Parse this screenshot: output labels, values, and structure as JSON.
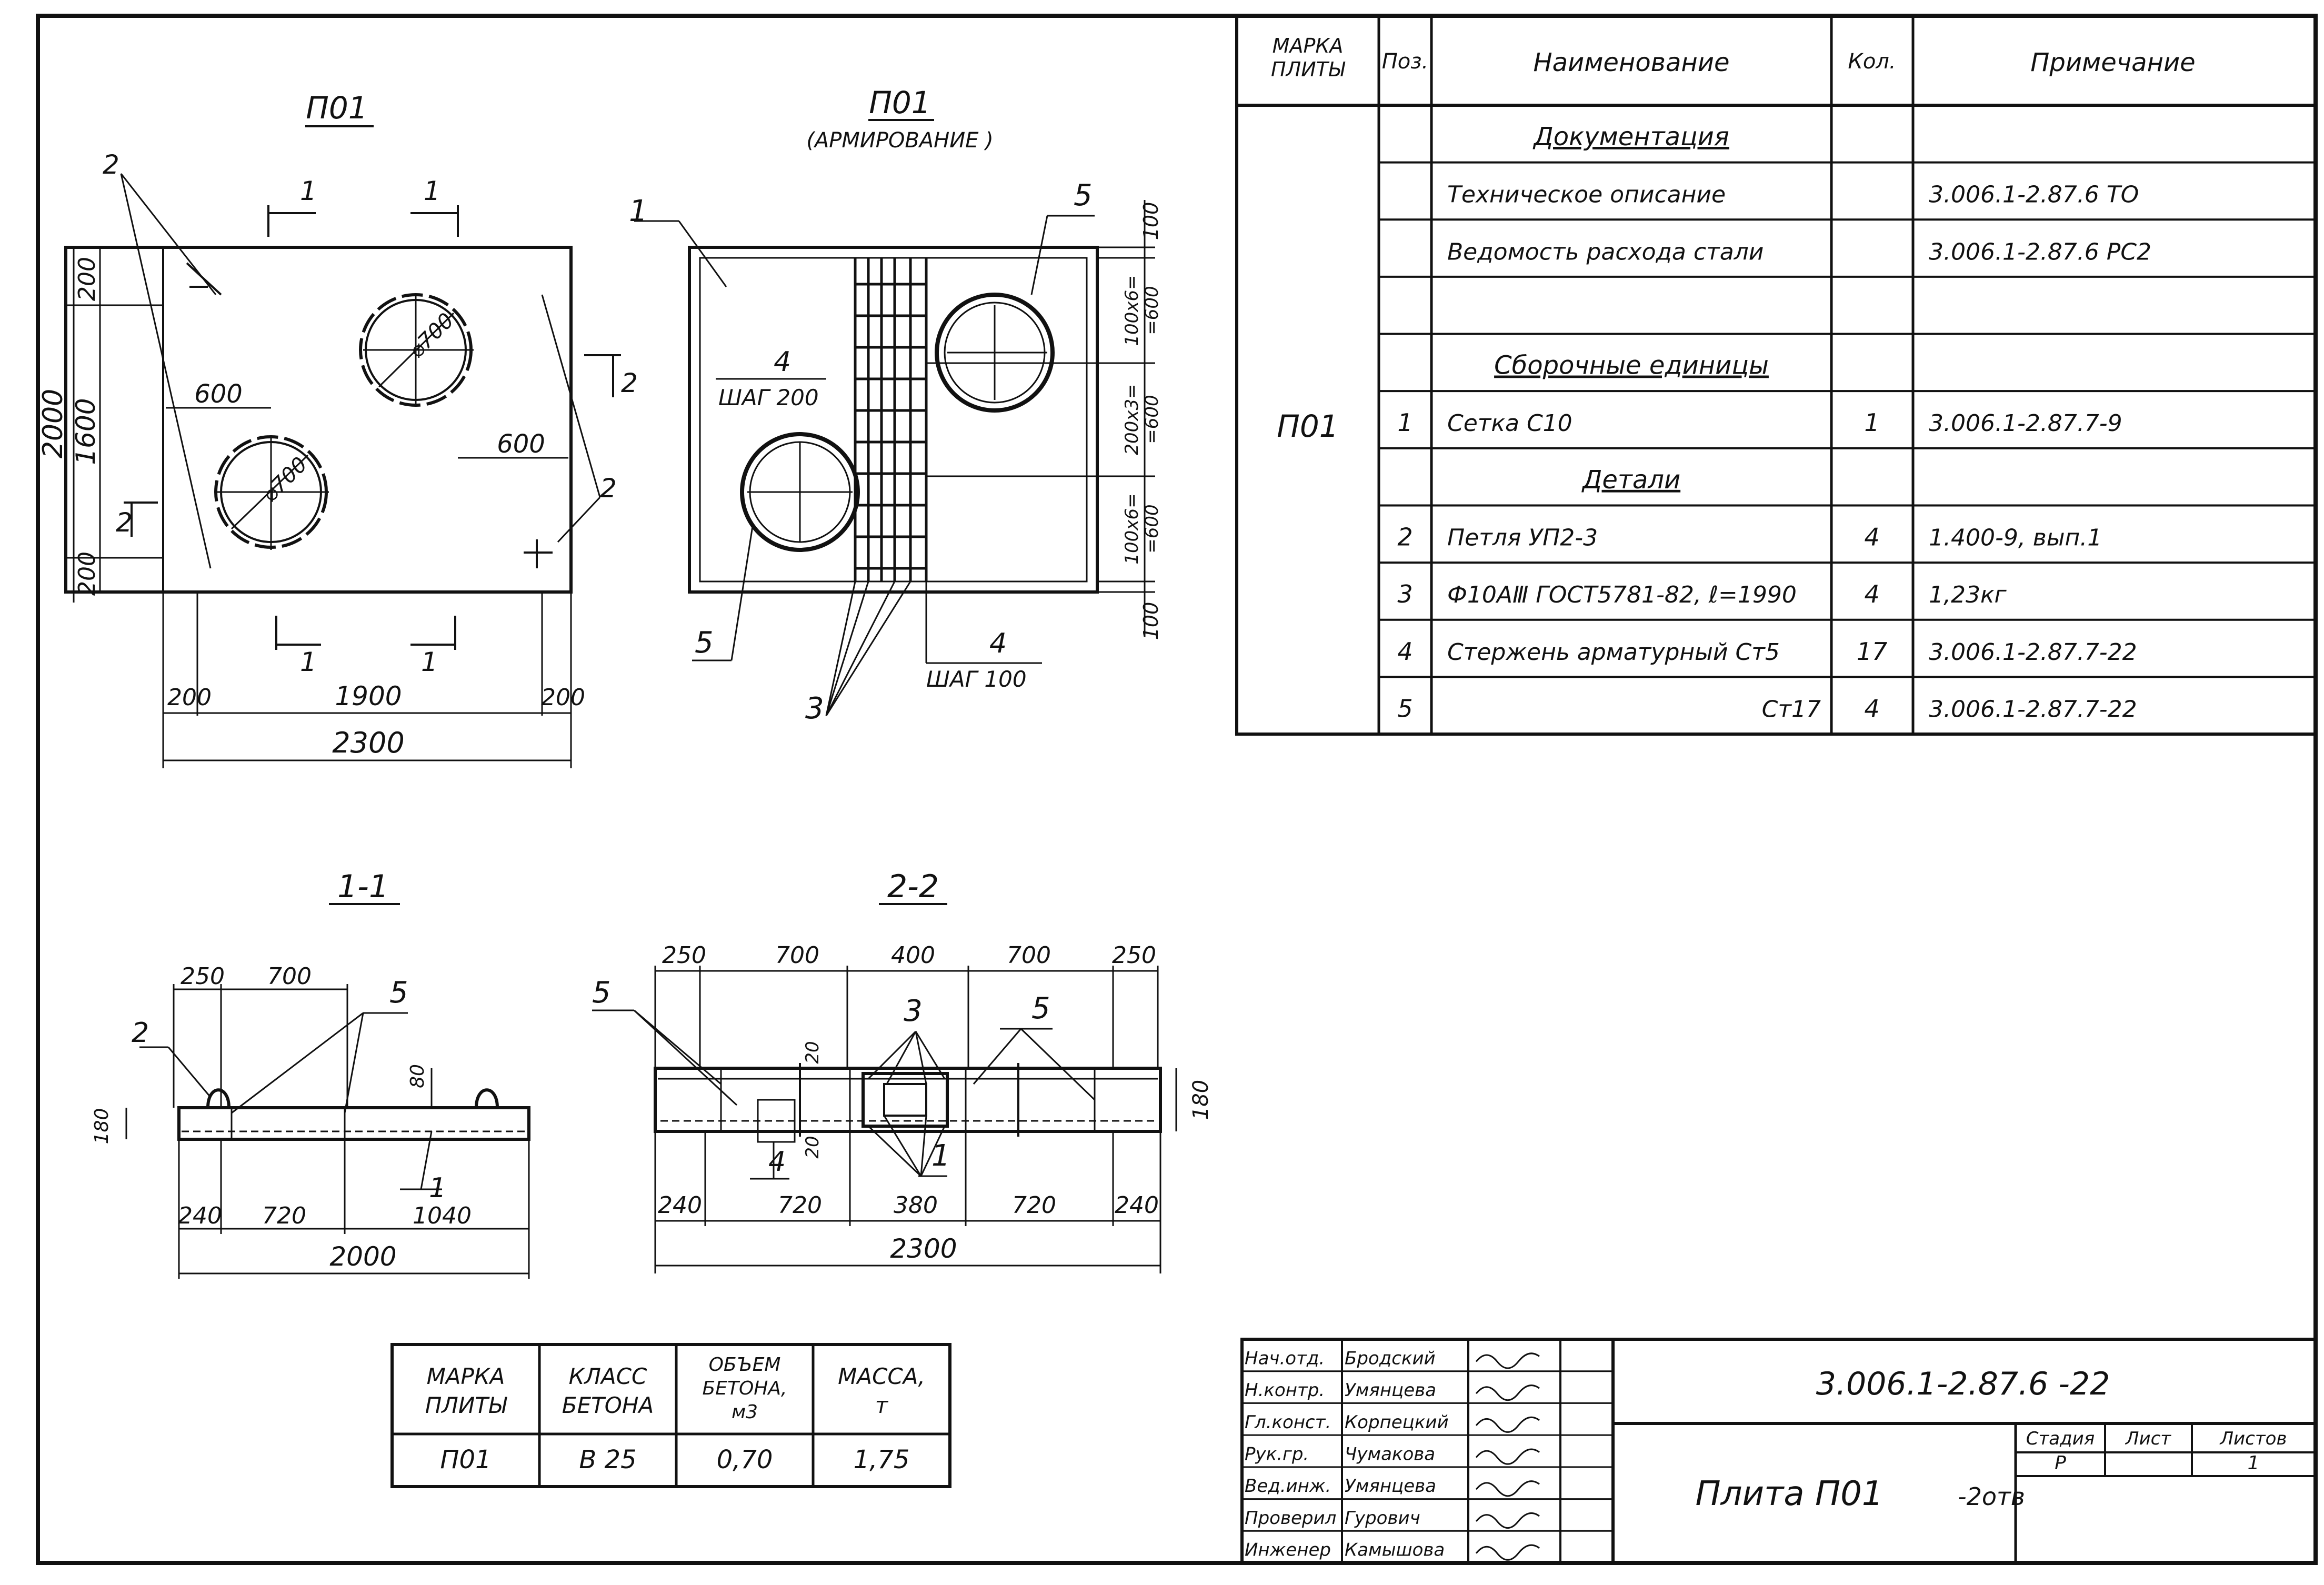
{
  "views": {
    "plan_title": "П01",
    "reinf_title": "П01",
    "reinf_subtitle": "(АРМИРОВАНИЕ )",
    "sec11_title": "1-1",
    "sec22_title": "2-2"
  },
  "plan_dims": {
    "d200_top": "200",
    "d1600": "1600",
    "d200_bot": "200",
    "d2000": "2000",
    "d600_a": "600",
    "d600_b": "600",
    "phi700_a": "⌀700",
    "phi700_b": "⌀700",
    "d200_l": "200",
    "d1900": "1900",
    "d200_r": "200",
    "d2300": "2300",
    "cut1": "1",
    "cut2": "2",
    "pos2": "2"
  },
  "reinf_labels": {
    "pos1": "1",
    "pos4_top": "4",
    "step200": "ШАГ 200",
    "pos5": "5",
    "pos3": "3",
    "pos4_bot": "4",
    "step100": "ШАГ 100",
    "dim100_top": "100",
    "dim100x6_a": "100х6=",
    "dim600_a": "=600",
    "dim200x3": "200х3=",
    "dim600_b": "=600",
    "dim100x6_b": "100х6=",
    "dim600_c": "=600",
    "dim100_bot": "100"
  },
  "sec11_dims": {
    "d250": "250",
    "d700": "700",
    "d180": "180",
    "d80": "80",
    "d240": "240",
    "d720": "720",
    "d1040": "1040",
    "d2000": "2000",
    "pos2": "2",
    "pos5": "5",
    "pos1": "1"
  },
  "sec22_dims": {
    "d250_l": "250",
    "d700_l": "700",
    "d400": "400",
    "d700_r": "700",
    "d250_r": "250",
    "d180": "180",
    "d20_a": "20",
    "d20_b": "20",
    "d240_l": "240",
    "d720_l": "720",
    "d380": "380",
    "d720_r": "720",
    "d240_r": "240",
    "d2300": "2300",
    "pos5_l": "5",
    "pos5_r": "5",
    "pos3": "3",
    "pos4": "4",
    "pos1": "1"
  },
  "spec": {
    "headers": [
      "МАРКА ПЛИТЫ",
      "Поз.",
      "Наименование",
      "Кол.",
      "Примечание"
    ],
    "mark": "П01",
    "rows": [
      {
        "pos": "",
        "name": "Документация",
        "qty": "",
        "note": "",
        "heading": true
      },
      {
        "pos": "",
        "name": "Техническое описание",
        "qty": "",
        "note": "3.006.1-2.87.6 ТО"
      },
      {
        "pos": "",
        "name": "Ведомость расхода стали",
        "qty": "",
        "note": "3.006.1-2.87.6 РС2"
      },
      {
        "pos": "",
        "name": "",
        "qty": "",
        "note": ""
      },
      {
        "pos": "",
        "name": "Сборочные единицы",
        "qty": "",
        "note": "",
        "heading": true
      },
      {
        "pos": "1",
        "name": "Сетка С10",
        "qty": "1",
        "note": "3.006.1-2.87.7-9"
      },
      {
        "pos": "",
        "name": "Детали",
        "qty": "",
        "note": "",
        "heading": true
      },
      {
        "pos": "2",
        "name": "Петля УП2-3",
        "qty": "4",
        "note": "1.400-9, вып.1"
      },
      {
        "pos": "3",
        "name": "Ф10АⅢ ГОСТ5781-82, ℓ=1990",
        "qty": "4",
        "note": "1,23кг"
      },
      {
        "pos": "4",
        "name": "Стержень арматурный Ст5",
        "qty": "17",
        "note": "3.006.1-2.87.7-22"
      },
      {
        "pos": "5",
        "name": "Ст17",
        "qty": "4",
        "note": "3.006.1-2.87.7-22"
      }
    ]
  },
  "concrete": {
    "headers": [
      "МАРКА ПЛИТЫ",
      "КЛАСС БЕТОНА",
      "ОБЪЕМ БЕТОНА, м3",
      "МАССА, т"
    ],
    "values": [
      "П01",
      "В 25",
      "0,70",
      "1,75"
    ]
  },
  "title_block": {
    "staff": [
      {
        "role": "Нач.отд.",
        "name": "Бродский"
      },
      {
        "role": "Н.контр.",
        "name": "Умянцева"
      },
      {
        "role": "Гл.конст.",
        "name": "Корпецкий"
      },
      {
        "role": "Рук.гр.",
        "name": "Чумакова"
      },
      {
        "role": "Вед.инж.",
        "name": "Умянцева"
      },
      {
        "role": "Проверил",
        "name": "Гурович"
      },
      {
        "role": "Инженер",
        "name": "Камышова"
      }
    ],
    "code": "3.006.1-2.87.6 -22",
    "title": "Плита П01",
    "title_note": "-2отв",
    "stage_label": "Стадия",
    "sheet_label": "Лист",
    "sheets_label": "Листов",
    "stage": "Р",
    "sheets": "1"
  }
}
